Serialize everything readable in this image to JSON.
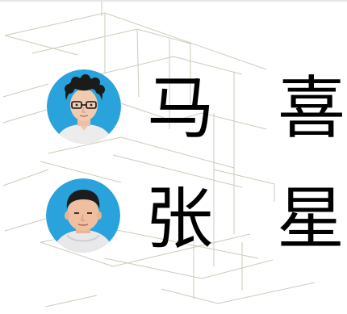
{
  "colors": {
    "background": "#ffffff",
    "grid_line": "#c9cdb8",
    "avatar_bg": "#2aa3dd",
    "text": "#000000"
  },
  "people": [
    {
      "avatar_icon": "person-with-glasses-photo",
      "chars": [
        "马",
        "喜"
      ]
    },
    {
      "avatar_icon": "person-photo",
      "chars": [
        "张",
        "星"
      ]
    }
  ]
}
